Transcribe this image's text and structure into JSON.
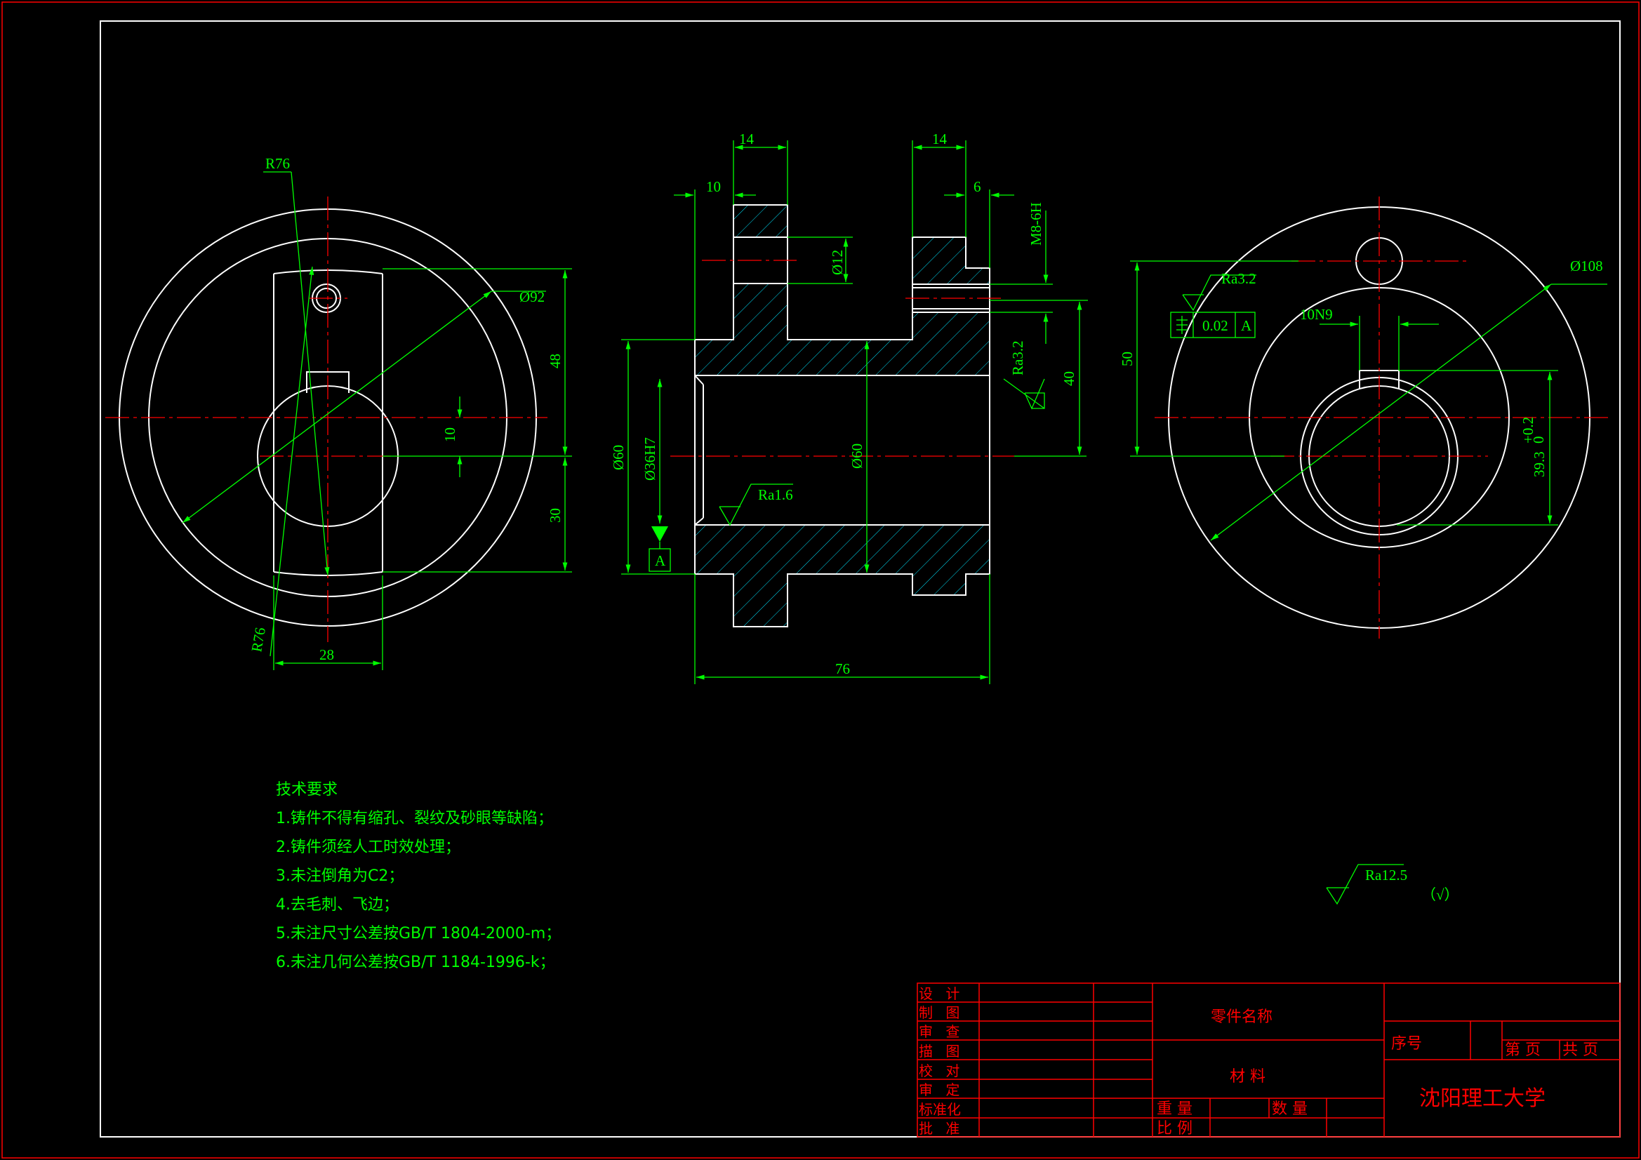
{
  "dimensions": {
    "front_r76_top": "R76",
    "front_r76_bottom": "R76",
    "front_d92": "Ø92",
    "front_48": "48",
    "front_10": "10",
    "front_30": "30",
    "front_28": "28",
    "sec_14_left": "14",
    "sec_14_right": "14",
    "sec_10": "10",
    "sec_6": "6",
    "sec_d12": "Ø12",
    "sec_m8": "M8-6H",
    "sec_ra32": "Ra3.2",
    "sec_40": "40",
    "sec_d60_outer": "Ø60",
    "sec_d36h7": "Ø36H7",
    "sec_d60_inner": "Ø60",
    "sec_ra16": "Ra1.6",
    "sec_76": "76",
    "datum_a": "A",
    "side_d108": "Ø108",
    "side_ra32": "Ra3.2",
    "side_tol": "0.02",
    "side_tol_datum": "A",
    "side_10n9": "10N9",
    "side_50": "50",
    "side_393": "39.3",
    "side_393_up": "+0.2",
    "side_393_low": "0"
  },
  "surface_finish": {
    "value": "Ra12.5",
    "paren_text": "（√）"
  },
  "tech_requirements": {
    "title": "技术要求",
    "items": [
      "1.铸件不得有缩孔、裂纹及砂眼等缺陷；",
      "2.铸件须经人工时效处理；",
      "3.未注倒角为C2；",
      "4.去毛刺、飞边；",
      "5.未注尺寸公差按GB/T 1804-2000-m；",
      "6.未注几何公差按GB/T 1184-1996-k；"
    ]
  },
  "title_block": {
    "rows": [
      "设 计",
      "制 图",
      "审 查",
      "描 图",
      "校 对",
      "审 定",
      "标准化",
      "批 准"
    ],
    "part_name": "零件名称",
    "material": "材  料",
    "weight": "重  量",
    "quantity": "数  量",
    "scale": "比  例",
    "serial": "序号",
    "sheet": "第  页",
    "total": "共  页",
    "university": "沈阳理工大学"
  }
}
